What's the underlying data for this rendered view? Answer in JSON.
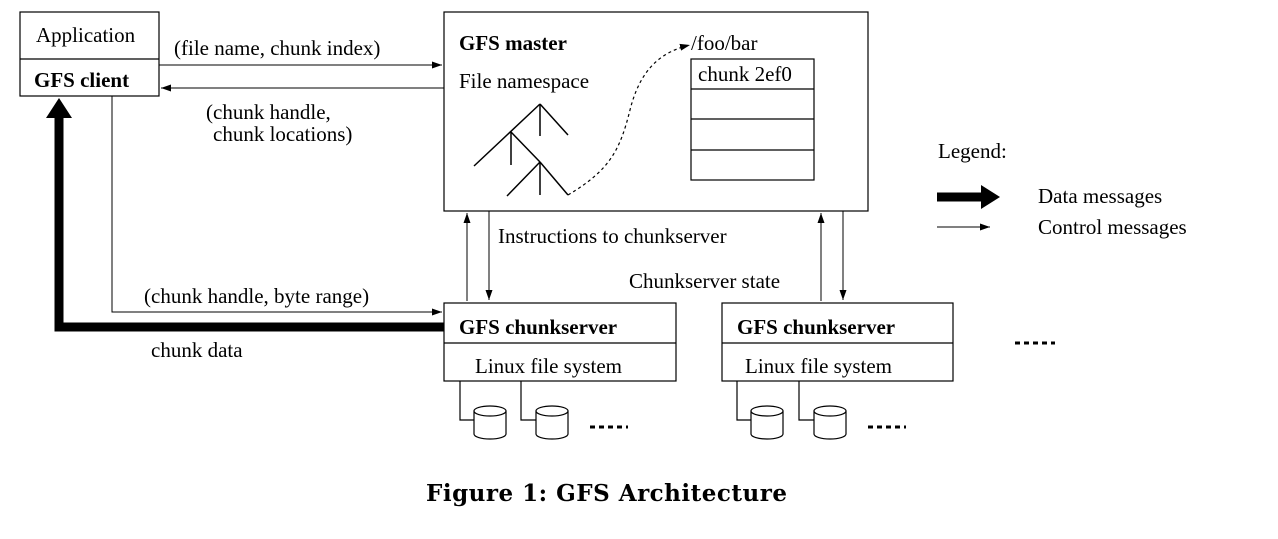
{
  "client": {
    "application_label": "Application",
    "client_label": "GFS client"
  },
  "master": {
    "title": "GFS master",
    "namespace_label": "File namespace",
    "path_label": "/foo/bar",
    "chunk_label": "chunk 2ef0"
  },
  "messages": {
    "request": "(file name, chunk index)",
    "reply_line1": "(chunk handle,",
    "reply_line2": "chunk locations)",
    "instructions": "Instructions to chunkserver",
    "state": "Chunkserver state",
    "read_request": "(chunk handle, byte range)",
    "chunk_data": "chunk data"
  },
  "chunkservers": [
    {
      "title": "GFS chunkserver",
      "fs_label": "Linux file system"
    },
    {
      "title": "GFS chunkserver",
      "fs_label": "Linux file system"
    }
  ],
  "legend": {
    "title": "Legend:",
    "data_label": "Data messages",
    "control_label": "Control messages"
  },
  "caption": "Figure 1: GFS Architecture"
}
